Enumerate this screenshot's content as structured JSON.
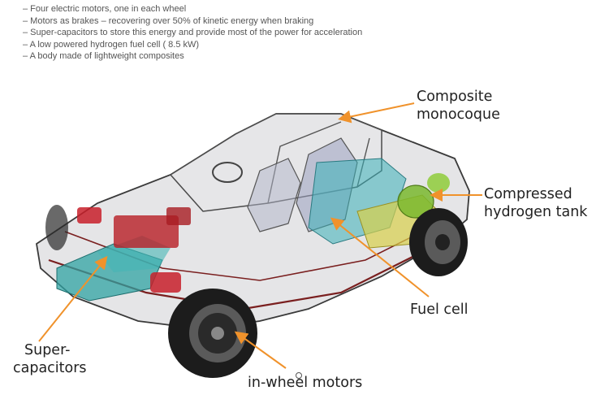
{
  "bullets": [
    "– Four electric motors, one in each wheel",
    "– Motors as brakes – recovering over 50% of kinetic energy when braking",
    "– Super-capacitors to store this energy and provide most of the power for acceleration",
    "– A low powered hydrogen fuel cell ( 8.5 kW)",
    "– A body made of lightweight composites"
  ],
  "labels": {
    "monocoque_line1": "Composite",
    "monocoque_line2": "monocoque",
    "hydrogen_line1": "Compressed",
    "hydrogen_line2": "hydrogen tank",
    "fuel_cell": "Fuel cell",
    "supercap_line1": "Super-",
    "supercap_line2": "capacitors",
    "wheel_motors": "in-wheel motors"
  },
  "colors": {
    "arrow": "#f0922b",
    "capacitors": "#2fa3a3",
    "motors": "#c8202a",
    "hydrogen_tank": "#7ab82e",
    "fuel_cell": "#d9d04a"
  }
}
